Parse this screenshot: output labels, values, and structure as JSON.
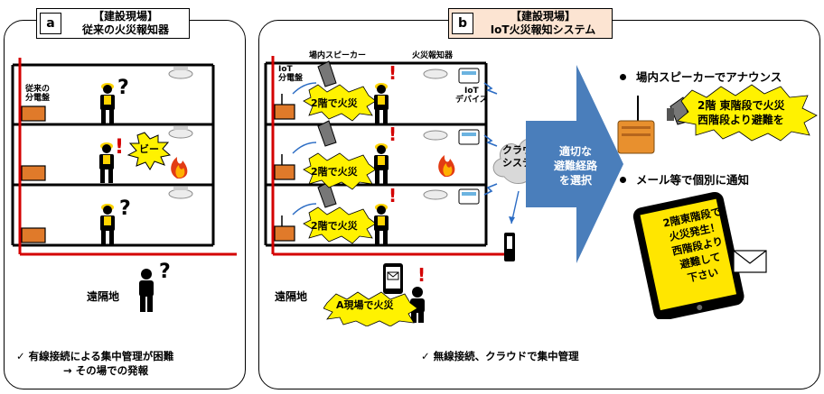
{
  "panel_a": {
    "letter": "a",
    "header_line1": "【建設現場】",
    "header_line2": "従来の火災報知器",
    "breaker_label_line1": "従来の",
    "breaker_label_line2": "分電盤",
    "alarm_sound": "ビー",
    "remote_label": "遠隔地",
    "footer_line1": "✓ 有線接続による集中管理が困難",
    "footer_line2": "→ その場での発報"
  },
  "panel_b": {
    "letter": "b",
    "header_line1": "【建設現場】",
    "header_line2": "IoT火災報知システム",
    "speaker_label": "場内スピーカー",
    "detector_label": "火災報知器",
    "iot_breaker_line1": "IoT",
    "iot_breaker_line2": "分電盤",
    "iot_device_line1": "IoT",
    "iot_device_line2": "デバイス",
    "fire_callout": "2階で火災",
    "cloud_line1": "クラウド",
    "cloud_line2": "システム",
    "arrow_line1": "適切な",
    "arrow_line2": "避難経路",
    "arrow_line3": "を選択",
    "bullet1": "場内スピーカーでアナウンス",
    "announce_line1": "2階 東階段で火災",
    "announce_line2": "西階段より避難を",
    "bullet2": "メール等で個別に通知",
    "phone_line1": "2階東階段で",
    "phone_line2": "火災発生！",
    "phone_line3": "西階段より",
    "phone_line4": "避難して",
    "phone_line5": "下さい",
    "remote_label": "遠隔地",
    "remote_callout": "A現場で火災",
    "footer": "✓ 無線接続、クラウドで集中管理"
  },
  "colors": {
    "red_pipe": "#d40000",
    "breaker": "#e07a2a",
    "header_a_bg": "#ffffff",
    "header_b_bg": "#fce4d2",
    "arrow_blue": "#4a7ebb",
    "callout_yellow": "#fff200",
    "phone_screen": "#ffe600"
  }
}
